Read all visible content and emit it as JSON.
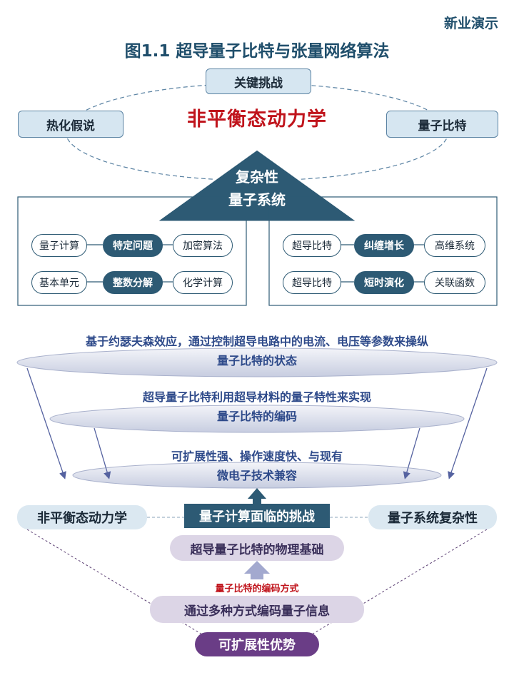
{
  "brand": "新业演示",
  "title": "图1.1  超导量子比特与张量网络算法",
  "top": {
    "key_challenge": "关键挑战",
    "left_tag": "热化假说",
    "right_tag": "量子比特",
    "center_title": "非平衡态动力学",
    "triangle_line1": "复杂性",
    "triangle_line2": "量子系统"
  },
  "left_panel": {
    "row1": [
      "量子计算",
      "特定问题",
      "加密算法"
    ],
    "row2": [
      "基本单元",
      "整数分解",
      "化学计算"
    ]
  },
  "right_panel": {
    "row1": [
      "超导比特",
      "纠缠增长",
      "高维系统"
    ],
    "row2": [
      "超导比特",
      "短时演化",
      "关联函数"
    ]
  },
  "funnel": {
    "line1a": "基于约瑟夫森效应，通过控制超导电路中的电流、电压等参数来操纵",
    "line1b": "量子比特的状态",
    "line2a": "超导量子比特利用超导材料的量子特性来实现",
    "line2b": "量子比特的编码",
    "line3a": "可扩展性强、操作速度快、与现有",
    "line3b": "微电子技术兼容"
  },
  "bottom": {
    "left_side": "非平衡态动力学",
    "right_side": "量子系统复杂性",
    "challenge": "量子计算面临的挑战",
    "physics": "超导量子比特的物理基础",
    "encoding_label": "量子比特的编码方式",
    "encoding": "通过多种方式编码量子信息",
    "advantage": "可扩展性优势"
  },
  "colors": {
    "dark_teal": "#2d5a74",
    "accent_red": "#c0141c",
    "purple": "#6a3d86",
    "text_blue": "#2e4a8a"
  }
}
